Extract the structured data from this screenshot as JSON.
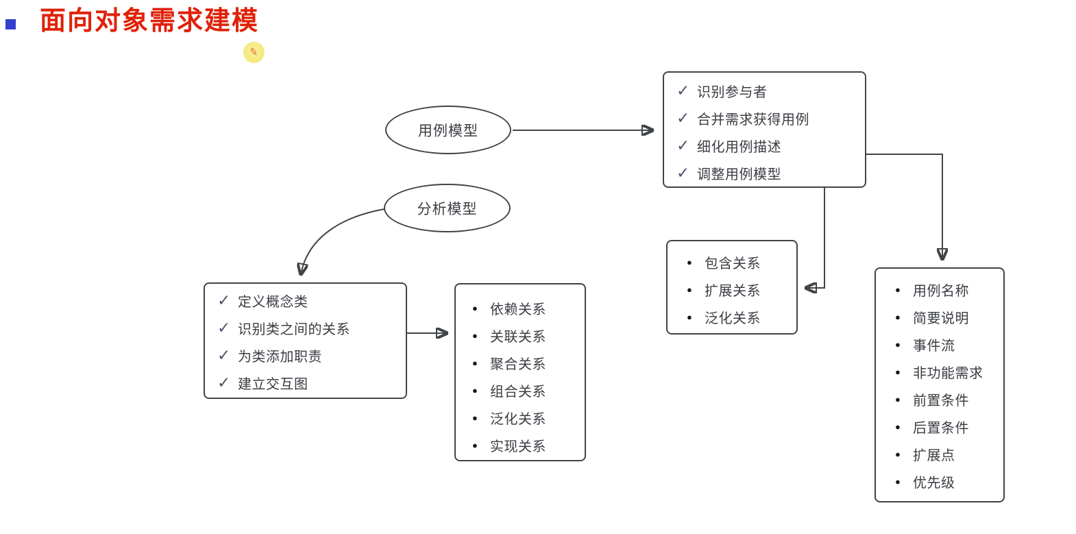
{
  "title": {
    "text": "面向对象需求建模",
    "color": "#df2209",
    "bullet_color": "#3340cf"
  },
  "annotation_tool": {
    "name": "pencil-badge",
    "glyph": "✎",
    "bg": "#f5e97d",
    "fg": "#df6e1a"
  },
  "diagram": {
    "stroke_color": "#3f4447",
    "text_color": "#3a3d42",
    "check_color": "#4a5469",
    "icons": {
      "check": "✓",
      "bullet": "●"
    },
    "nodes": {
      "use_case_model": {
        "label": "用例模型"
      },
      "analysis_model": {
        "label": "分析模型"
      }
    },
    "boxes": {
      "use_case_steps": {
        "marker": "check",
        "items": [
          "识别参与者",
          "合并需求获得用例",
          "细化用例描述",
          "调整用例模型"
        ]
      },
      "use_case_relations": {
        "marker": "bullet",
        "items": [
          "包含关系",
          "扩展关系",
          "泛化关系"
        ]
      },
      "use_case_description": {
        "marker": "bullet",
        "items": [
          "用例名称",
          "简要说明",
          "事件流",
          "非功能需求",
          "前置条件",
          "后置条件",
          "扩展点",
          "优先级"
        ]
      },
      "analysis_steps": {
        "marker": "check",
        "items": [
          "定义概念类",
          "识别类之间的关系",
          "为类添加职责",
          "建立交互图"
        ]
      },
      "class_relations": {
        "marker": "bullet",
        "items": [
          "依赖关系",
          "关联关系",
          "聚合关系",
          "组合关系",
          "泛化关系",
          "实现关系"
        ]
      }
    }
  }
}
